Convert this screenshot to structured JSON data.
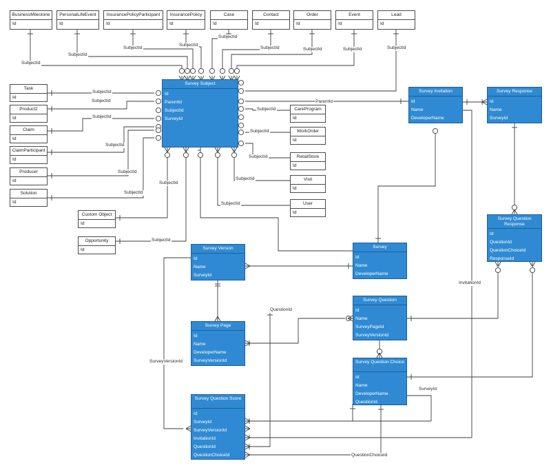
{
  "white_entities": {
    "business_milestone": {
      "title": "BusinessMilestone",
      "fields": [
        "Id"
      ]
    },
    "personal_life_event": {
      "title": "PersonalLifeEvent",
      "fields": [
        "Id"
      ]
    },
    "insurance_policy_participant": {
      "title": "InsurancePolicyParticipant",
      "fields": [
        "Id"
      ]
    },
    "insurance_policy": {
      "title": "InsurancePolicy",
      "fields": [
        "Id"
      ]
    },
    "case": {
      "title": "Case",
      "fields": [
        "Id"
      ]
    },
    "contact": {
      "title": "Contact",
      "fields": [
        "Id"
      ]
    },
    "order": {
      "title": "Order",
      "fields": [
        "Id"
      ]
    },
    "event": {
      "title": "Event",
      "fields": [
        "Id"
      ]
    },
    "lead": {
      "title": "Lead",
      "fields": [
        "Id"
      ]
    },
    "task": {
      "title": "Task",
      "fields": [
        "Id"
      ]
    },
    "product2": {
      "title": "Product2",
      "fields": [
        "Id"
      ]
    },
    "claim": {
      "title": "Claim",
      "fields": [
        "Id"
      ]
    },
    "claim_participant": {
      "title": "ClaimParticipant",
      "fields": [
        "Id"
      ]
    },
    "producer": {
      "title": "Producer",
      "fields": [
        "Id"
      ]
    },
    "solution": {
      "title": "Solution",
      "fields": [
        "Id"
      ]
    },
    "custom_object": {
      "title": "Custom Object",
      "fields": [
        "Id"
      ]
    },
    "opportunity": {
      "title": "Opportunity",
      "fields": [
        "Id"
      ]
    },
    "care_program": {
      "title": "CareProgram",
      "fields": [
        "Id"
      ]
    },
    "work_order": {
      "title": "WorkOrder",
      "fields": [
        "Id"
      ]
    },
    "retail_store": {
      "title": "RetailStore",
      "fields": [
        "Id"
      ]
    },
    "visit": {
      "title": "Visit",
      "fields": [
        "Id"
      ]
    },
    "user": {
      "title": "User",
      "fields": [
        "Id"
      ]
    }
  },
  "blue_entities": {
    "survey_subject": {
      "title": "Survey Subject",
      "fields": [
        "Id",
        "ParentId",
        "SubjectId",
        "SurveyId"
      ]
    },
    "survey_invitation": {
      "title": "Survey Invitation",
      "fields": [
        "Id",
        "Name",
        "DeveloperName"
      ]
    },
    "survey_response": {
      "title": "Survey Response",
      "fields": [
        "Id",
        "Name",
        "SurveyId"
      ]
    },
    "survey_question_response": {
      "title": "Survey Question Response",
      "fields": [
        "Id",
        "QuestionId",
        "QuestionChoiceId",
        "ResponseId"
      ]
    },
    "survey": {
      "title": "Survey",
      "fields": [
        "Id",
        "Name",
        "DeveloperName"
      ]
    },
    "survey_version": {
      "title": "Survey Version",
      "fields": [
        "Id",
        "Name",
        "SurveyId"
      ]
    },
    "survey_page": {
      "title": "Survey Page",
      "fields": [
        "Id",
        "Name",
        "DeveloperName",
        "SurveyVersionId"
      ]
    },
    "survey_question": {
      "title": "Survey Question",
      "fields": [
        "Id",
        "Name",
        "SurveyPageId",
        "SurveyVersionId"
      ]
    },
    "survey_question_choice": {
      "title": "Survey Question Choice",
      "fields": [
        "Id",
        "Name",
        "DeveloperName",
        "QuestionId"
      ]
    },
    "survey_question_score": {
      "title": "Survey Question Score",
      "fields": [
        "Id",
        "SurveyId",
        "SurveyVersionId",
        "InvitationId",
        "QuestionId",
        "QuestionChoiceId"
      ]
    }
  },
  "labels": {
    "subject_id": "SubjectId",
    "parent_id": "ParentId",
    "survey_version_id": "SurveyVersionId",
    "question_id": "QuestionId",
    "invitation_id": "InvitationId",
    "survey_id": "SurveyId",
    "question_choice_id": "QuestionChoiceId"
  },
  "colors": {
    "entity_blue": "#2f8ad3",
    "line": "#3a3a3a"
  }
}
